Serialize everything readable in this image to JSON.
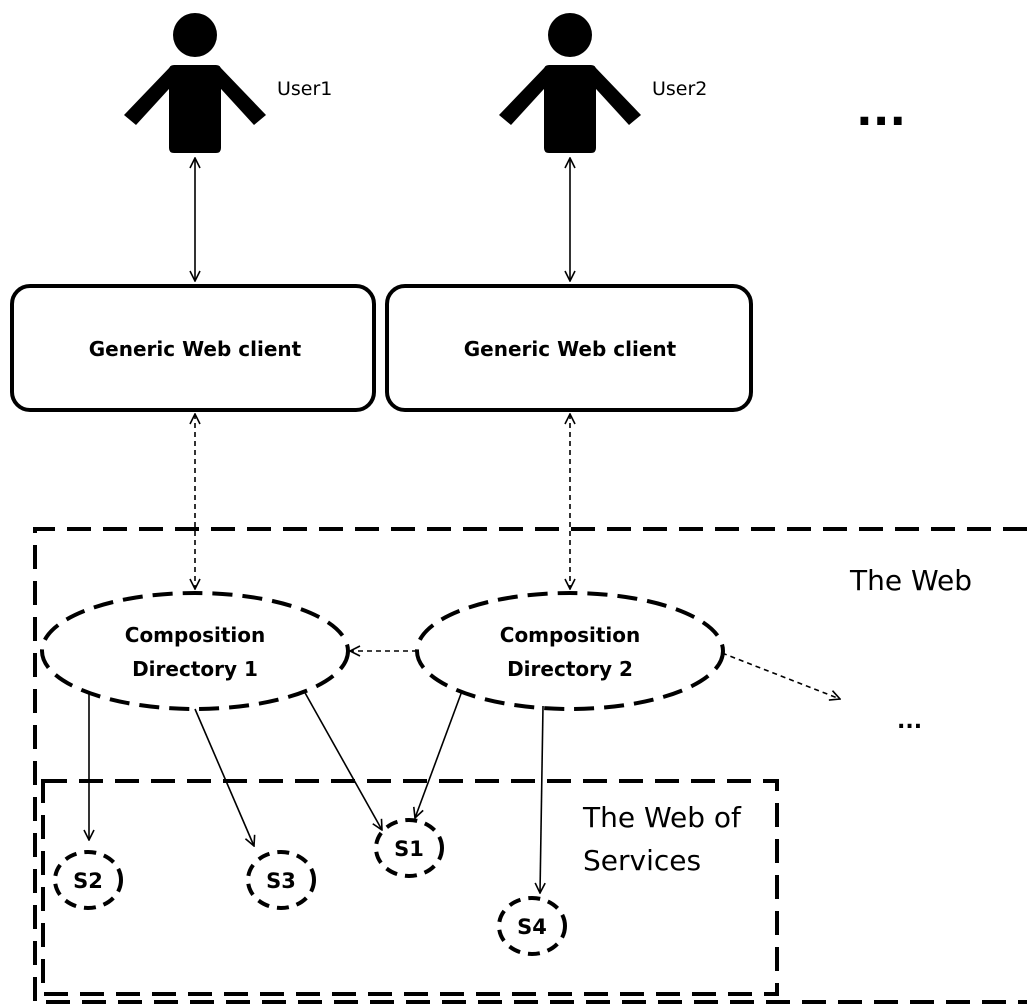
{
  "users": [
    {
      "label": "User1"
    },
    {
      "label": "User2"
    }
  ],
  "more_users": "...",
  "clients": [
    {
      "label": "Generic Web client"
    },
    {
      "label": "Generic Web client"
    }
  ],
  "regions": {
    "web": "The Web",
    "web_of_services_line1": "The Web of",
    "web_of_services_line2": "Services"
  },
  "directories": [
    {
      "line1": "Composition",
      "line2": "Directory 1"
    },
    {
      "line1": "Composition",
      "line2": "Directory 2"
    }
  ],
  "more_directories": "...",
  "services": [
    {
      "label": "S1"
    },
    {
      "label": "S2"
    },
    {
      "label": "S3"
    },
    {
      "label": "S4"
    }
  ]
}
